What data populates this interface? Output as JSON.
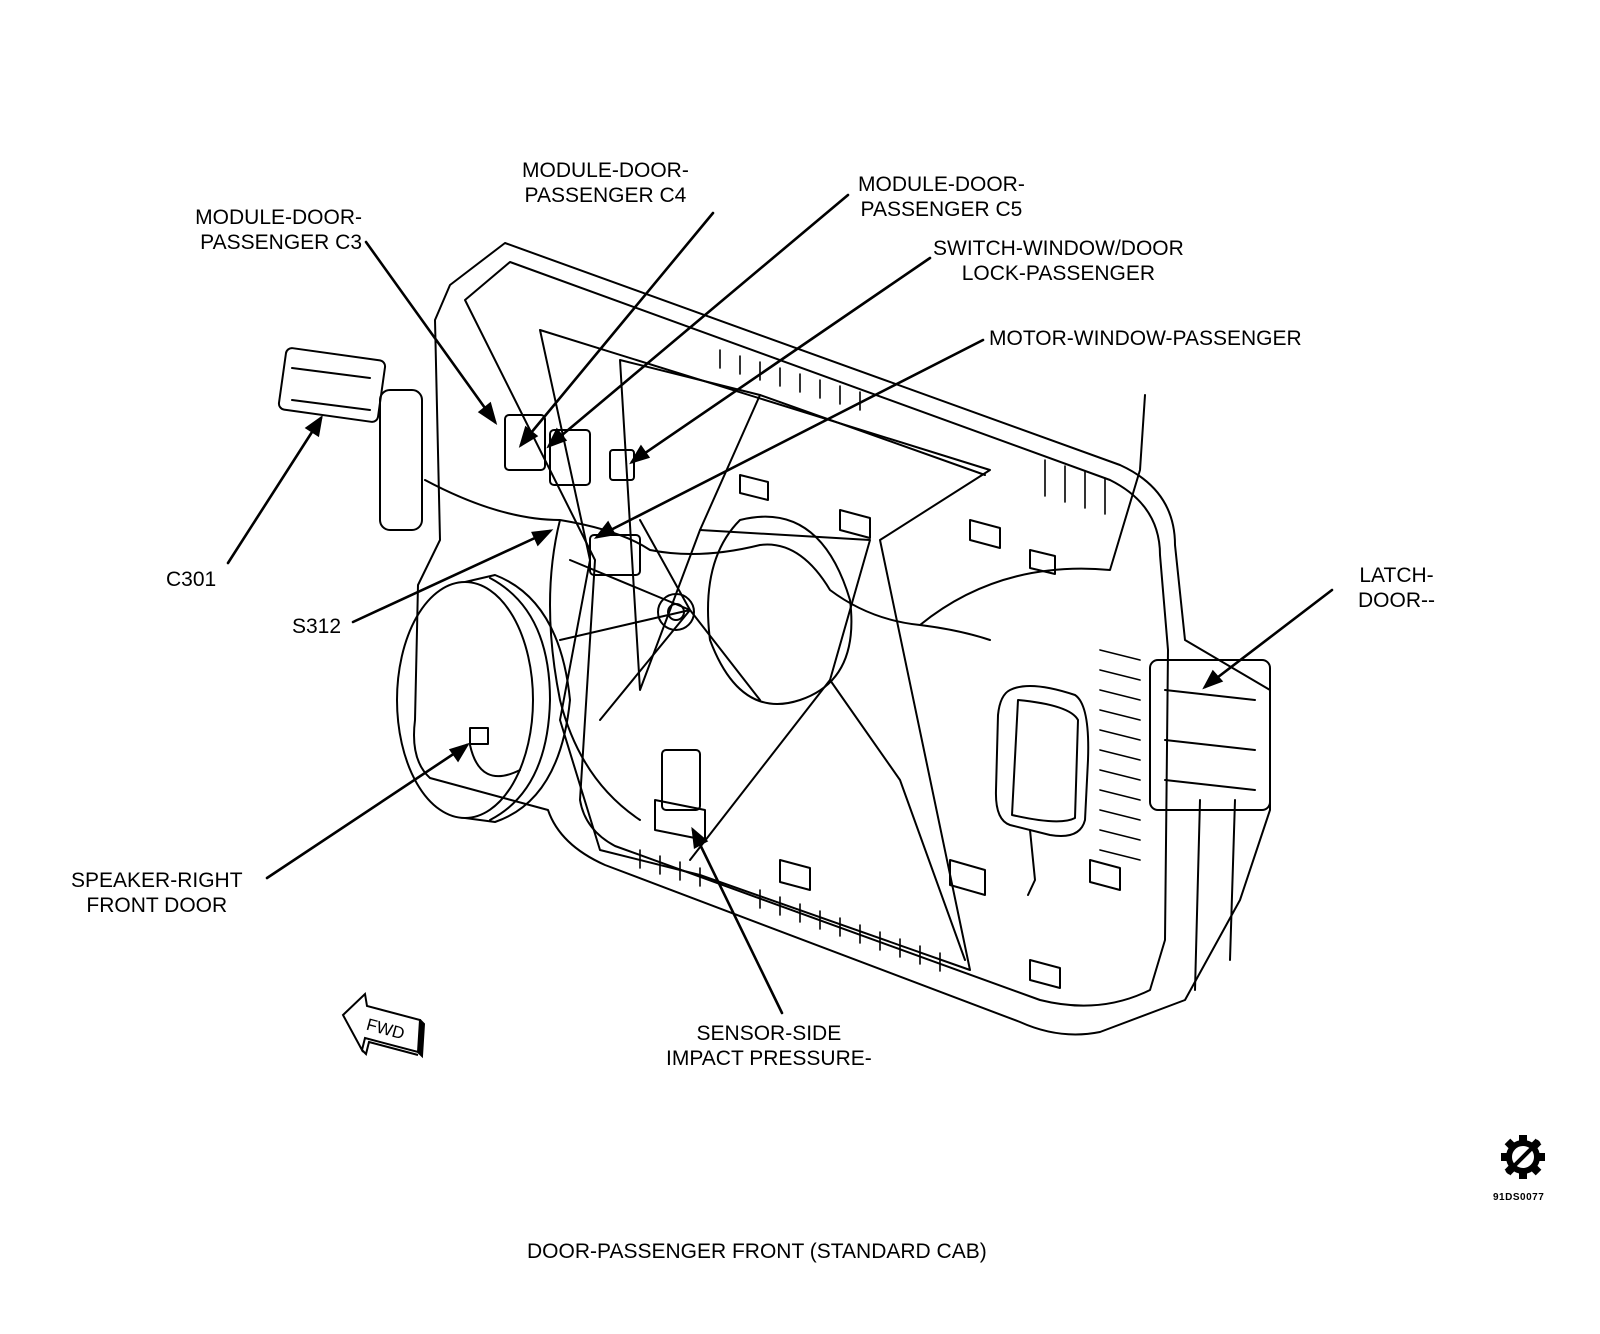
{
  "labels": {
    "module_c4": [
      "MODULE-DOOR-",
      "PASSENGER C4"
    ],
    "module_c3": [
      "MODULE-DOOR-",
      "PASSENGER C3"
    ],
    "module_c5": [
      "MODULE-DOOR-",
      "PASSENGER C5"
    ],
    "switch_window": [
      "SWITCH-WINDOW/DOOR",
      "LOCK-PASSENGER"
    ],
    "motor_window": [
      "MOTOR-WINDOW-PASSENGER"
    ],
    "c301": [
      "C301"
    ],
    "s312": [
      "S312"
    ],
    "latch_door": [
      "LATCH-",
      "DOOR--"
    ],
    "speaker": [
      "SPEAKER-RIGHT",
      "FRONT DOOR"
    ],
    "sensor": [
      "SENSOR-SIDE",
      "IMPACT PRESSURE-"
    ]
  },
  "fwd_label": "FWD",
  "doc_id": "91DS0077",
  "caption": "DOOR-PASSENGER FRONT (STANDARD CAB)"
}
